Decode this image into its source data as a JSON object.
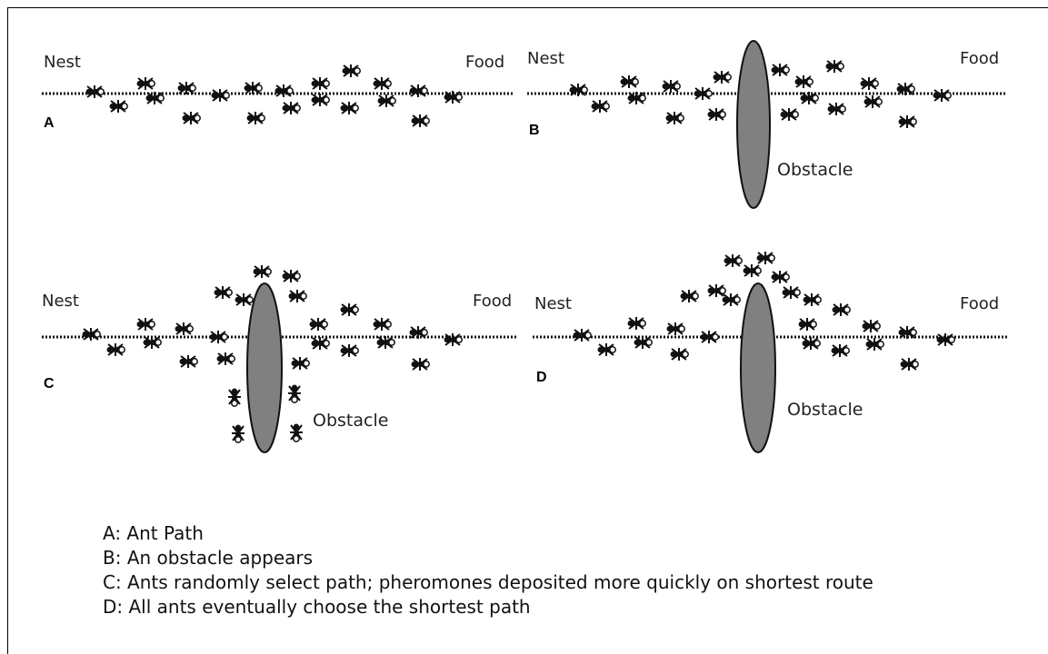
{
  "panels": [
    {
      "letter": "A",
      "nest_label": "Nest",
      "food_label": "Food",
      "obstacle_label": ""
    },
    {
      "letter": "B",
      "nest_label": "Nest",
      "food_label": "Food",
      "obstacle_label": "Obstacle"
    },
    {
      "letter": "C",
      "nest_label": "Nest",
      "food_label": "Food",
      "obstacle_label": "Obstacle"
    },
    {
      "letter": "D",
      "nest_label": "Nest",
      "food_label": "Food",
      "obstacle_label": "Obstacle"
    }
  ],
  "captions": [
    "A:  Ant Path",
    "B:  An obstacle appears",
    "C:  Ants randomly select path; pheromones deposited more quickly on shortest route",
    "D:   All ants eventually choose the shortest path"
  ],
  "colors": {
    "obstacle_fill": "#808080",
    "ant": "#111111",
    "path": "#111111"
  }
}
